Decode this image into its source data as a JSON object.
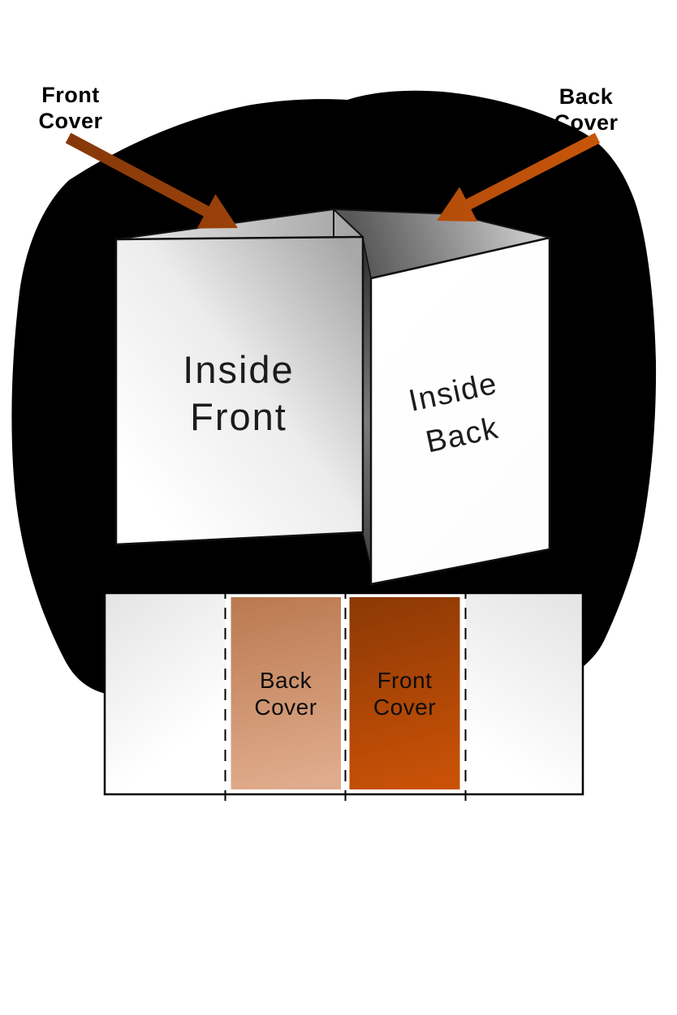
{
  "callouts": {
    "front_cover": {
      "line1": "Front",
      "line2": "Cover"
    },
    "back_cover": {
      "line1": "Back",
      "line2": "Cover"
    }
  },
  "folded_view": {
    "inside_front": {
      "line1": "Inside",
      "line2": "Front"
    },
    "inside_back": {
      "line1": "Inside",
      "line2": "Back"
    }
  },
  "flat_view": {
    "back_cover_swatch": {
      "line1": "Back",
      "line2": "Cover"
    },
    "front_cover_swatch": {
      "line1": "Front",
      "line2": "Cover"
    }
  },
  "colors": {
    "blob": "#000000",
    "arrow_start": "#86380a",
    "arrow_end": "#c8560a",
    "back_cover_swatch_start": "#ba7950",
    "back_cover_swatch_end": "#e0ab8c",
    "front_cover_swatch_start": "#8c3905",
    "front_cover_swatch_end": "#c95107",
    "text": "#111111"
  }
}
